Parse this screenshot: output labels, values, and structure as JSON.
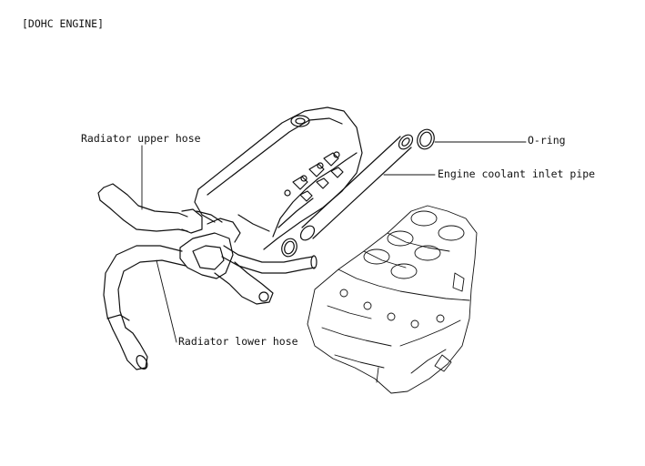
{
  "diagram": {
    "title": "[DOHC ENGINE]",
    "labels": {
      "radiator_upper_hose": "Radiator upper hose",
      "o_ring": "O-ring",
      "engine_coolant_inlet_pipe": "Engine coolant inlet pipe",
      "radiator_lower_hose": "Radiator lower hose"
    }
  }
}
